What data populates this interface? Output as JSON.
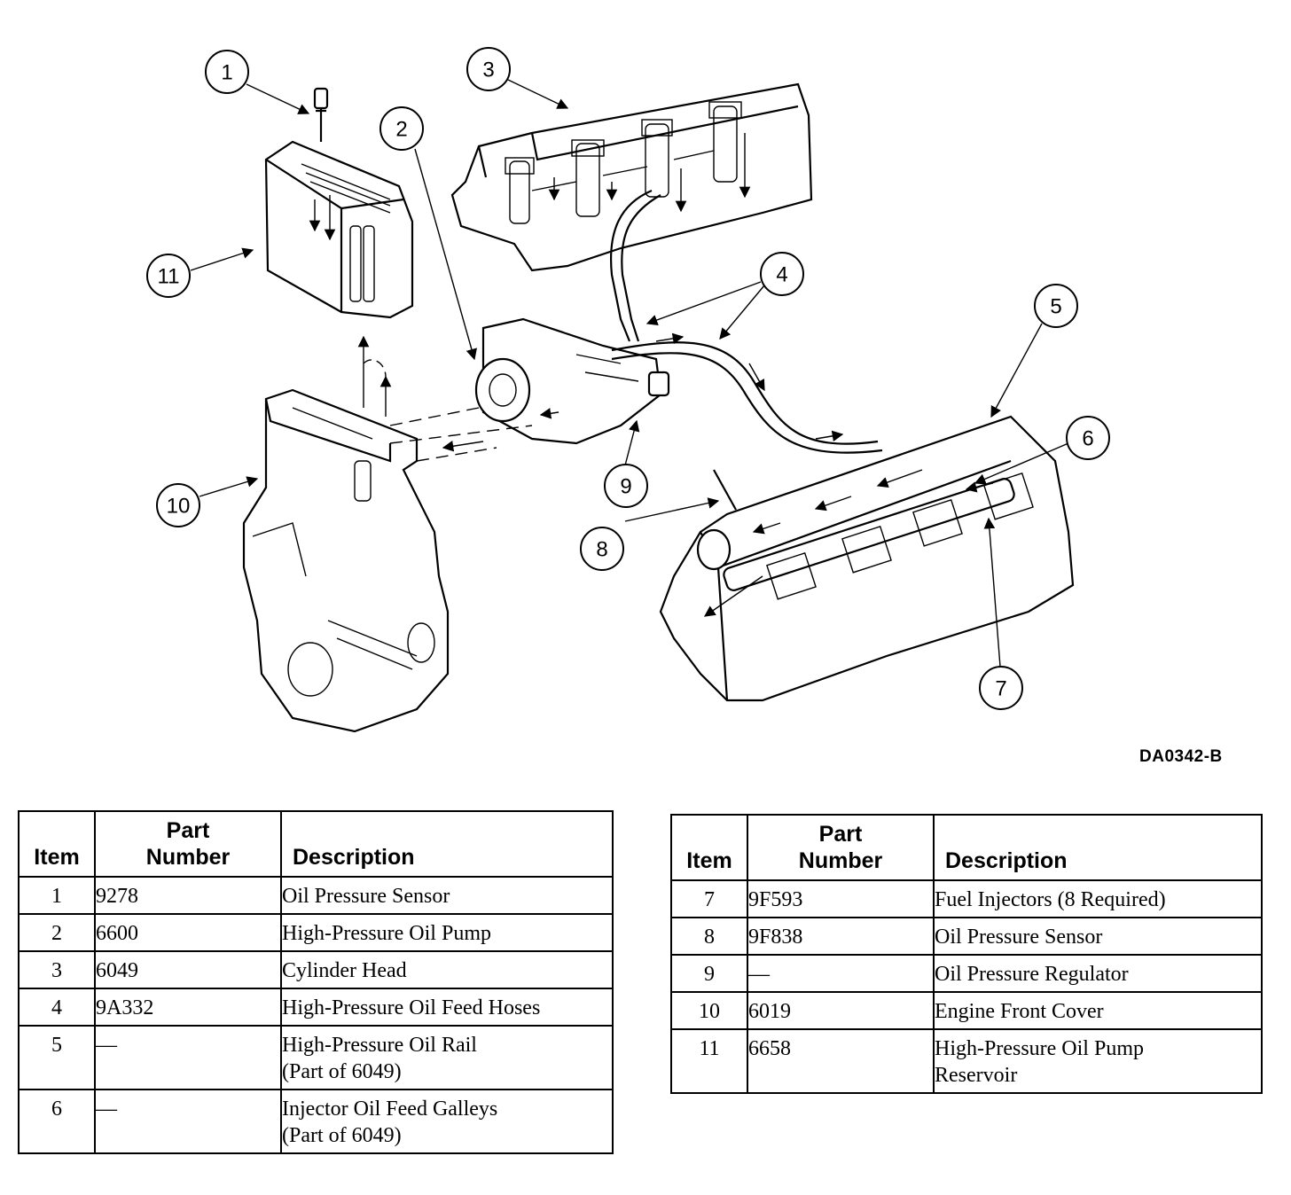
{
  "figure_code": "DA0342-B",
  "callouts": [
    "1",
    "2",
    "3",
    "4",
    "5",
    "6",
    "7",
    "8",
    "9",
    "10",
    "11"
  ],
  "headers": {
    "item": "Item",
    "part_number_line1": "Part",
    "part_number_line2": "Number",
    "description": "Description"
  },
  "table_left": [
    {
      "item": "1",
      "part": "9278",
      "desc": [
        "Oil Pressure Sensor"
      ]
    },
    {
      "item": "2",
      "part": "6600",
      "desc": [
        "High-Pressure Oil Pump"
      ]
    },
    {
      "item": "3",
      "part": "6049",
      "desc": [
        "Cylinder Head"
      ]
    },
    {
      "item": "4",
      "part": "9A332",
      "desc": [
        "High-Pressure Oil Feed Hoses"
      ]
    },
    {
      "item": "5",
      "part": "—",
      "desc": [
        "High-Pressure Oil Rail",
        "(Part of 6049)"
      ]
    },
    {
      "item": "6",
      "part": "—",
      "desc": [
        "Injector Oil Feed Galleys",
        "(Part of 6049)"
      ]
    }
  ],
  "table_right": [
    {
      "item": "7",
      "part": "9F593",
      "desc": [
        "Fuel Injectors (8 Required)"
      ]
    },
    {
      "item": "8",
      "part": "9F838",
      "desc": [
        "Oil Pressure Sensor"
      ]
    },
    {
      "item": "9",
      "part": "—",
      "desc": [
        "Oil Pressure Regulator"
      ]
    },
    {
      "item": "10",
      "part": "6019",
      "desc": [
        "Engine Front Cover"
      ]
    },
    {
      "item": "11",
      "part": "6658",
      "desc": [
        "High-Pressure Oil Pump",
        "Reservoir"
      ]
    }
  ]
}
